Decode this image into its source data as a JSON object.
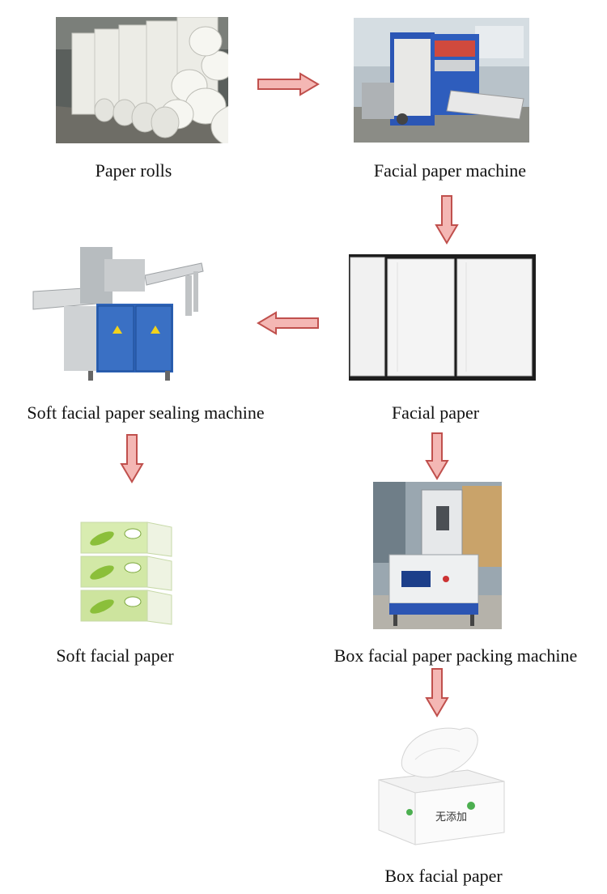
{
  "steps": {
    "paper_rolls": {
      "label": "Paper rolls"
    },
    "facial_paper_machine": {
      "label": "Facial paper machine"
    },
    "facial_paper": {
      "label": "Facial paper"
    },
    "sealing_machine": {
      "label": "Soft facial paper sealing machine"
    },
    "soft_facial_paper": {
      "label": "Soft facial paper"
    },
    "packing_machine": {
      "label": "Box facial paper packing machine"
    },
    "box_facial_paper": {
      "label": "Box facial paper"
    }
  },
  "colors": {
    "arrow_fill": "#f4b7b4",
    "arrow_stroke": "#c0504d"
  }
}
